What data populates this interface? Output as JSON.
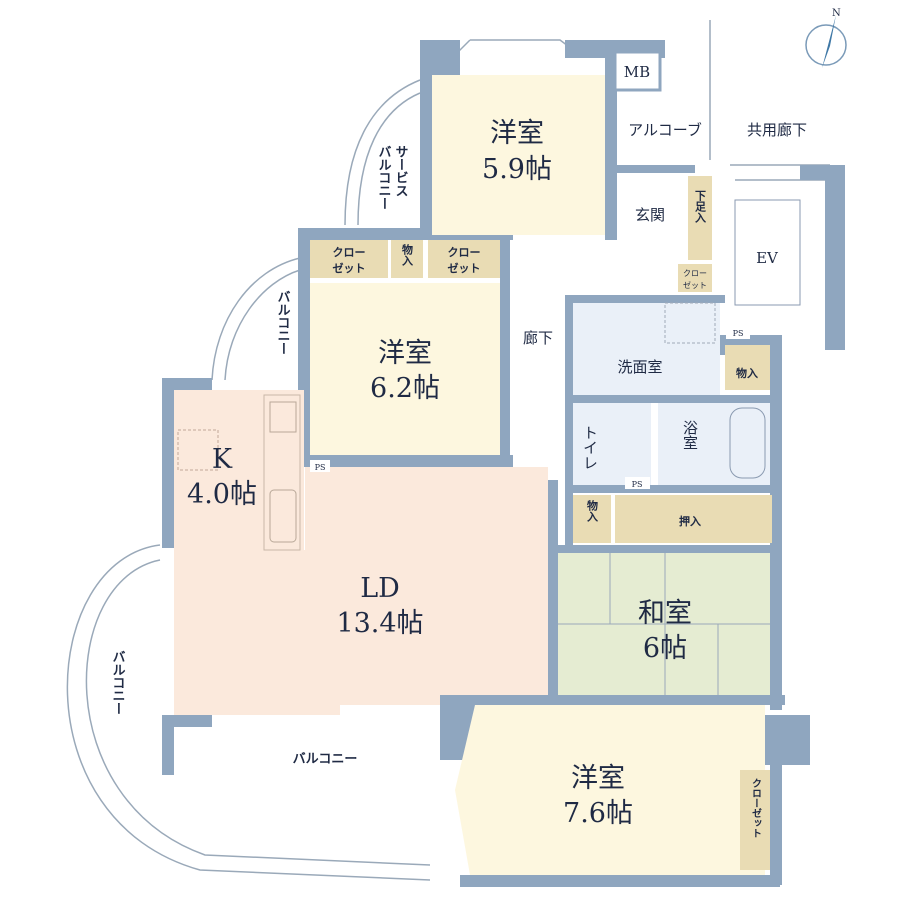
{
  "colors": {
    "wall": "#8fa6bf",
    "western": "#fdf7df",
    "living": "#fbe9dc",
    "storage": "#e9dcb4",
    "wet": "#eaf0f8",
    "tatami": "#e5ecd2",
    "line": "#9aa9b9"
  },
  "compass": {
    "label": "N"
  },
  "rooms": {
    "western1": {
      "name": "洋室",
      "size": "5.9帖"
    },
    "western2": {
      "name": "洋室",
      "size": "6.2帖"
    },
    "western3": {
      "name": "洋室",
      "size": "7.6帖"
    },
    "kitchen": {
      "name": "K",
      "size": "4.0帖"
    },
    "ld": {
      "name": "LD",
      "size": "13.4帖"
    },
    "washitsu": {
      "name": "和室",
      "size": "6帖"
    },
    "senmen": "洗面室",
    "toilet": "トイレ",
    "bath": "浴室",
    "hallway": "廊下",
    "genkan": "玄関",
    "alcove": "アルコーブ",
    "common_corridor": "共用廊下",
    "mb": "MB",
    "ev": "EV"
  },
  "storage": {
    "closet1": "クロー",
    "closet1b": "ゼット",
    "mono1": "物入",
    "closet2": "クロー",
    "closet2b": "ゼット",
    "shoe": "下足入",
    "closet_small1": "クロー",
    "closet_small2": "ゼット",
    "mono2": "物入",
    "mono3": "物入",
    "oshiire": "押入",
    "closet3": "クローゼット",
    "ps1": "PS",
    "ps2": "PS",
    "ps3": "PS"
  },
  "balconies": {
    "service1": "サービス",
    "service2": "バルコニー",
    "north": "バルコニー",
    "west": "バルコニー",
    "south": "バルコニー"
  }
}
